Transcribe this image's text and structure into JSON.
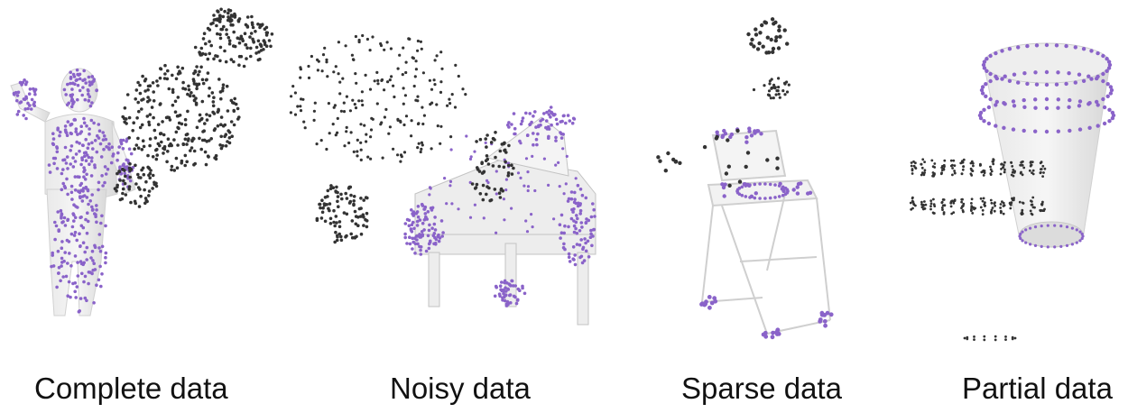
{
  "panels": [
    {
      "caption": "Complete data",
      "object": "human"
    },
    {
      "caption": "Noisy data",
      "object": "piano"
    },
    {
      "caption": "Sparse data",
      "object": "chair"
    },
    {
      "caption": "Partial data",
      "object": "cup"
    }
  ],
  "colors": {
    "observed_points": "#8a63c9",
    "predicted_points": "#333333",
    "mesh": "#d8d8d8",
    "caption": "#111111"
  }
}
